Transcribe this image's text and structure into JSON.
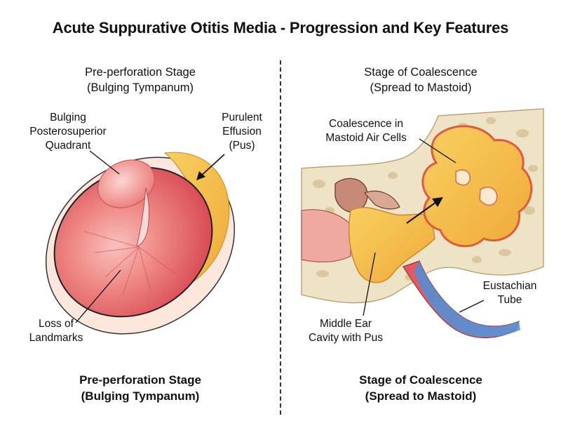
{
  "title": "Acute Suppurative Otitis Media - Progression and Key Features",
  "left_panel": {
    "heading_line1": "Pre-perforation Stage",
    "heading_line2": "(Bulging Tympanum)",
    "footer_line1": "Pre-perforation Stage",
    "footer_line2": "(Bulging Tympanum)",
    "labels": {
      "bulging_quadrant": [
        "Bulging",
        "Posterosuperior",
        "Quadrant"
      ],
      "purulent_effusion": [
        "Purulent",
        "Effusion",
        "(Pus)"
      ],
      "loss_of_landmarks": [
        "Loss of",
        "Landmarks"
      ]
    }
  },
  "right_panel": {
    "heading_line1": "Stage of Coalescence",
    "heading_line2": "(Spread to Mastoid)",
    "footer_line1": "Stage of Coalescence",
    "footer_line2": "(Spread to Mastoid)",
    "labels": {
      "coalescence": [
        "Coalescence in",
        "Mastoid Air Cells"
      ],
      "eustachian_tube": [
        "Eustachian",
        "Tube"
      ],
      "middle_ear": [
        "Middle Ear",
        "Cavity with Pus"
      ]
    }
  },
  "colors": {
    "eardrum_red": "#e8646a",
    "pus_yellow": "#f5c04a",
    "bone_beige": "#efe3c6",
    "vessel_blue": "#4b8fd8"
  }
}
